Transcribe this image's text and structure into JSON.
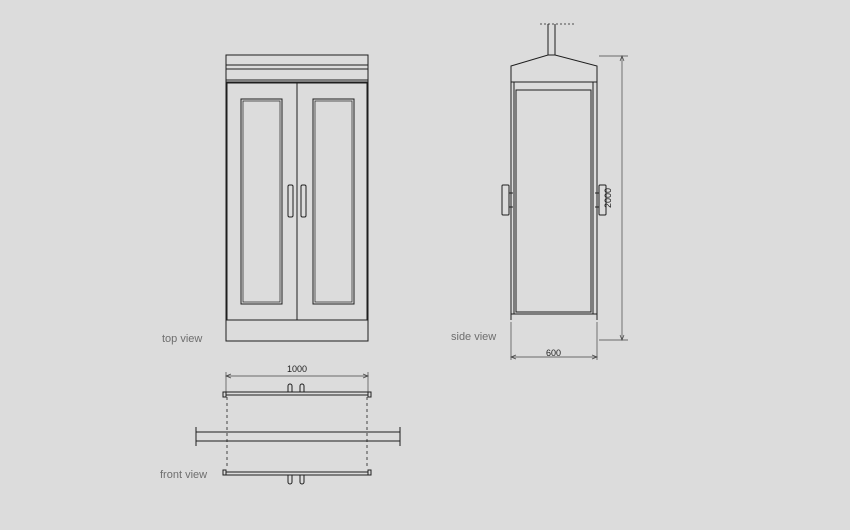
{
  "labels": {
    "top_view": "top view",
    "side_view": "side view",
    "front_view": "front view"
  },
  "dimensions": {
    "width": "1000",
    "depth": "600",
    "height": "2000"
  },
  "colors": {
    "background": "#dcdcdc",
    "line": "#1e1e1e",
    "dim_line": "#444444",
    "label": "#6e6e6e"
  }
}
